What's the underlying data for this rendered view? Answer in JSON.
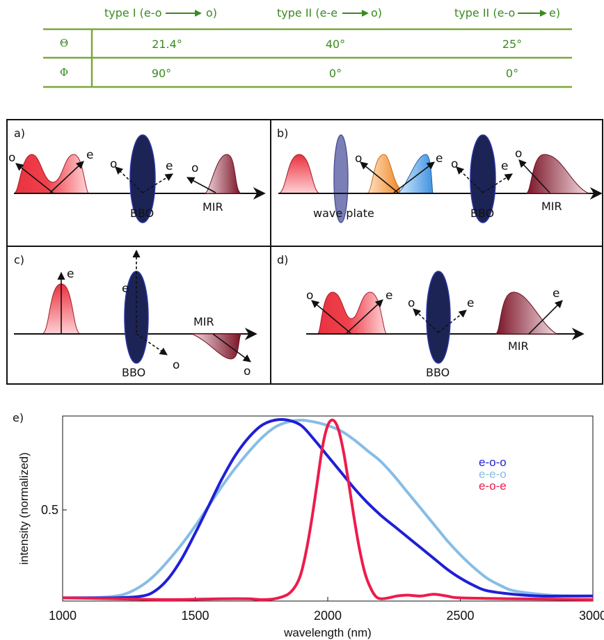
{
  "table": {
    "headers": [
      "type I (e-o",
      "type II (e-e",
      "type II (e-o"
    ],
    "header_ends": [
      "o)",
      "o)",
      "e)"
    ],
    "rows": [
      {
        "symbol": "Θ",
        "values": [
          "21.4°",
          "40°",
          "25°"
        ]
      },
      {
        "symbol": "Φ",
        "values": [
          "90°",
          "0°",
          "0°"
        ]
      }
    ],
    "color": "#3a8a1f"
  },
  "panels": {
    "a": {
      "label": "a)",
      "pulse_left_left": "o",
      "pulse_left_right": "e",
      "crystal_left": "o",
      "crystal_right": "e",
      "out_pol": "o",
      "crystal": "BBO",
      "output": "MIR"
    },
    "b": {
      "label": "b)",
      "pulse_left_left": "o",
      "pulse_left_right": "e",
      "crystal_left": "o",
      "crystal_right": "e",
      "out_pol": "o",
      "plate": "wave plate",
      "crystal": "BBO",
      "output": "MIR"
    },
    "c": {
      "label": "c)",
      "pulse_pol": "e",
      "crystal_up": "e",
      "crystal_down": "o",
      "out_pol": "o",
      "crystal": "BBO",
      "output": "MIR"
    },
    "d": {
      "label": "d)",
      "pulse_left_left": "o",
      "pulse_left_right": "e",
      "crystal_left": "o",
      "crystal_right": "e",
      "out_pol": "e",
      "crystal": "BBO",
      "output": "MIR"
    }
  },
  "colors": {
    "crystal": "#1c2355",
    "pulse_red": "#e8323f",
    "pulse_orange": "#f08a2a",
    "pulse_blue": "#3f92e0",
    "mir": "#7a1225",
    "plate": "#7b7fb6"
  },
  "chart_label": "e)",
  "chart_data": {
    "type": "line",
    "xlabel": "wavelength (nm)",
    "ylabel": "intensity (normalized)",
    "xlim": [
      1000,
      3000
    ],
    "ylim": [
      0,
      1
    ],
    "xticks": [
      1000,
      1500,
      2000,
      2500,
      3000
    ],
    "yticks": [
      0.5
    ],
    "grid": false,
    "legend_position": "right",
    "series": [
      {
        "name": "e-o-o",
        "color": "#1f1fd6",
        "x": [
          1000,
          1100,
          1200,
          1300,
          1350,
          1400,
          1450,
          1500,
          1550,
          1600,
          1650,
          1700,
          1750,
          1800,
          1850,
          1900,
          1950,
          2000,
          2050,
          2100,
          2150,
          2200,
          2250,
          2300,
          2350,
          2400,
          2450,
          2500,
          2550,
          2600,
          2700,
          2800,
          2900,
          3000
        ],
        "y": [
          0.01,
          0.01,
          0.01,
          0.02,
          0.05,
          0.12,
          0.23,
          0.37,
          0.52,
          0.67,
          0.8,
          0.9,
          0.97,
          1.0,
          1.0,
          0.97,
          0.89,
          0.8,
          0.71,
          0.62,
          0.54,
          0.47,
          0.41,
          0.35,
          0.29,
          0.23,
          0.17,
          0.12,
          0.08,
          0.05,
          0.03,
          0.02,
          0.02,
          0.02
        ]
      },
      {
        "name": "e-e-o",
        "color": "#86bde6",
        "x": [
          1000,
          1100,
          1200,
          1250,
          1300,
          1350,
          1400,
          1450,
          1500,
          1550,
          1600,
          1650,
          1700,
          1750,
          1800,
          1850,
          1900,
          1950,
          2000,
          2050,
          2100,
          2150,
          2200,
          2250,
          2300,
          2350,
          2400,
          2450,
          2500,
          2550,
          2600,
          2650,
          2700,
          2800,
          2900,
          3000
        ],
        "y": [
          0.01,
          0.01,
          0.02,
          0.04,
          0.08,
          0.14,
          0.22,
          0.31,
          0.41,
          0.52,
          0.63,
          0.73,
          0.82,
          0.9,
          0.96,
          0.99,
          1.0,
          0.99,
          0.97,
          0.94,
          0.89,
          0.83,
          0.77,
          0.69,
          0.6,
          0.51,
          0.42,
          0.33,
          0.25,
          0.18,
          0.12,
          0.08,
          0.05,
          0.03,
          0.02,
          0.02
        ]
      },
      {
        "name": "e-o-e",
        "color": "#ee1b4b",
        "x": [
          1000,
          1200,
          1400,
          1600,
          1700,
          1750,
          1800,
          1850,
          1880,
          1900,
          1920,
          1940,
          1960,
          1980,
          2000,
          2020,
          2040,
          2060,
          2080,
          2100,
          2120,
          2140,
          2160,
          2180,
          2200,
          2230,
          2260,
          2300,
          2350,
          2400,
          2450,
          2500,
          2700,
          3000
        ],
        "y": [
          0.01,
          0.005,
          0.0,
          0.005,
          0.005,
          0.0,
          0.005,
          0.03,
          0.08,
          0.15,
          0.28,
          0.45,
          0.65,
          0.85,
          0.97,
          1.0,
          0.95,
          0.82,
          0.64,
          0.45,
          0.28,
          0.15,
          0.07,
          0.02,
          0.005,
          0.01,
          0.02,
          0.025,
          0.02,
          0.03,
          0.02,
          0.01,
          0.005,
          0.0
        ]
      }
    ]
  }
}
